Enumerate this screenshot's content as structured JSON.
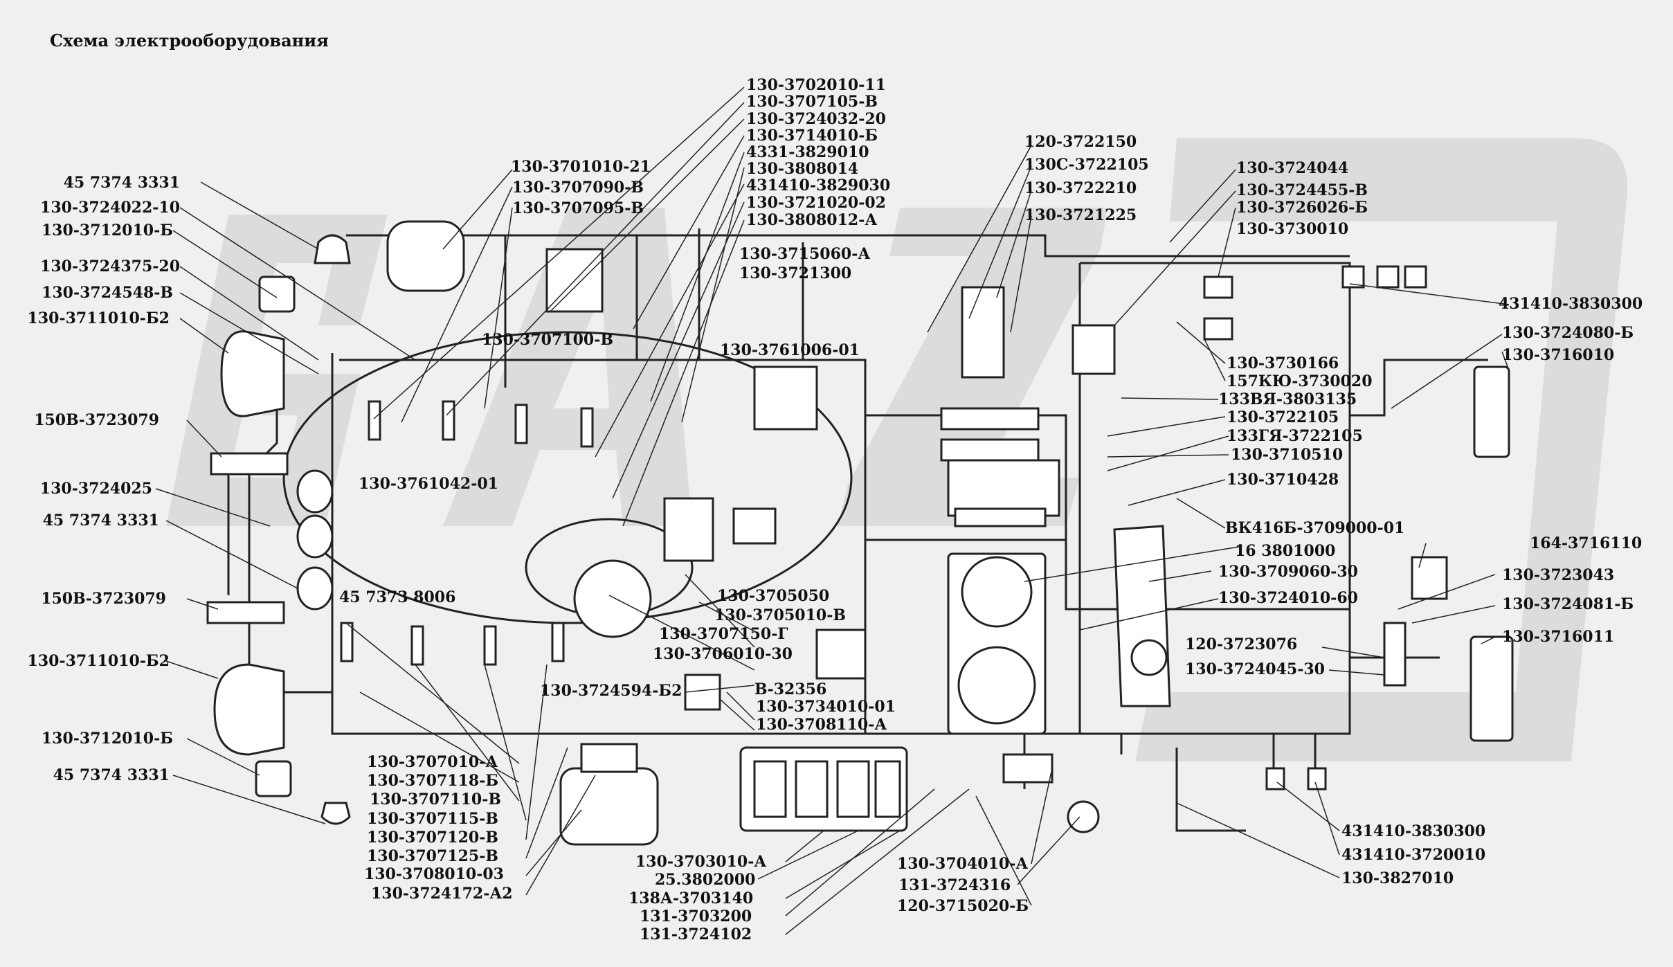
{
  "title": "Схема электрооборудования",
  "labels": {
    "top1": "130-3702010-11",
    "top2": "130-3707105-В",
    "top3": "130-3724032-20",
    "top4": "130-3714010-Б",
    "top5": "4331-3829010",
    "top6": "130-3808014",
    "top7": "431410-3829030",
    "top8": "130-3721020-02",
    "top9": "130-3808012-А",
    "m1": "130-3701010-21",
    "m2": "130-3707090-В",
    "m3": "130-3707095-В",
    "m4": "130-3715060-А",
    "m5": "130-3721300",
    "m6": "130-3707100-В",
    "m7": "130-3761006-01",
    "m8": "130-3761042-01",
    "m9": "45 7373 8006",
    "m10": "130-3705050",
    "m11": "130-3705010-В",
    "m12": "130-3707150-Г",
    "m13": "130-3706010-30",
    "m14": "В-32356",
    "m15": "130-3724594-Б2",
    "m16": "130-3734010-01",
    "m17": "130-3708110-А",
    "c1": "120-3722150",
    "c2": "130С-3722105",
    "c3": "130-3722210",
    "c4": "130-3721225",
    "r1": "130-3724044",
    "r2": "130-3724455-В",
    "r3": "130-3726026-Б",
    "r4": "130-3730010",
    "r5": "431410-3830300",
    "r6": "130-3724080-Б",
    "r7": "130-3716010",
    "r8": "130-3730166",
    "r9": "157КЮ-3730020",
    "r10": "133ВЯ-3803135",
    "r11": "130-3722105",
    "r12": "133ГЯ-3722105",
    "r13": "130-3710510",
    "r14": "130-3710428",
    "r15": "ВК416Б-3709000-01",
    "r16": "164-3716110",
    "r17": "16 3801000",
    "r18": "130-3709060-30",
    "r19": "130-3723043",
    "r20": "130-3724010-60",
    "r21": "130-3724081-Б",
    "r22": "130-3716011",
    "r23": "120-3723076",
    "r24": "130-3724045-30",
    "l1": "45 7374 3331",
    "l2": "130-3724022-10",
    "l3": "130-3712010-Б",
    "l4": "130-3724375-20",
    "l5": "130-3724548-В",
    "l6": "130-3711010-Б2",
    "l7": "150В-3723079",
    "l8": "130-3724025",
    "l9": "45 7374 3331",
    "l10": "150В-3723079",
    "l11": "130-3711010-Б2",
    "l12": "130-3712010-Б",
    "l13": "45 7374 3331",
    "b1": "130-3707010-А",
    "b2": "130-3707118-Б",
    "b3": "130-3707110-В",
    "b4": "130-3707115-В",
    "b5": "130-3707120-В",
    "b6": "130-3707125-В",
    "b7": "130-3708010-03",
    "b8": "130-3724172-А2",
    "b9": "130-3703010-А",
    "b10": "25.3802000",
    "b11": "138А-3703140",
    "b12": "131-3703200",
    "b13": "131-3724102",
    "b14": "130-3704010-А",
    "b15": "131-3724316",
    "b16": "120-3715020-Б",
    "b17": "431410-3830300",
    "b18": "431410-3720010",
    "b19": "130-3827010"
  }
}
